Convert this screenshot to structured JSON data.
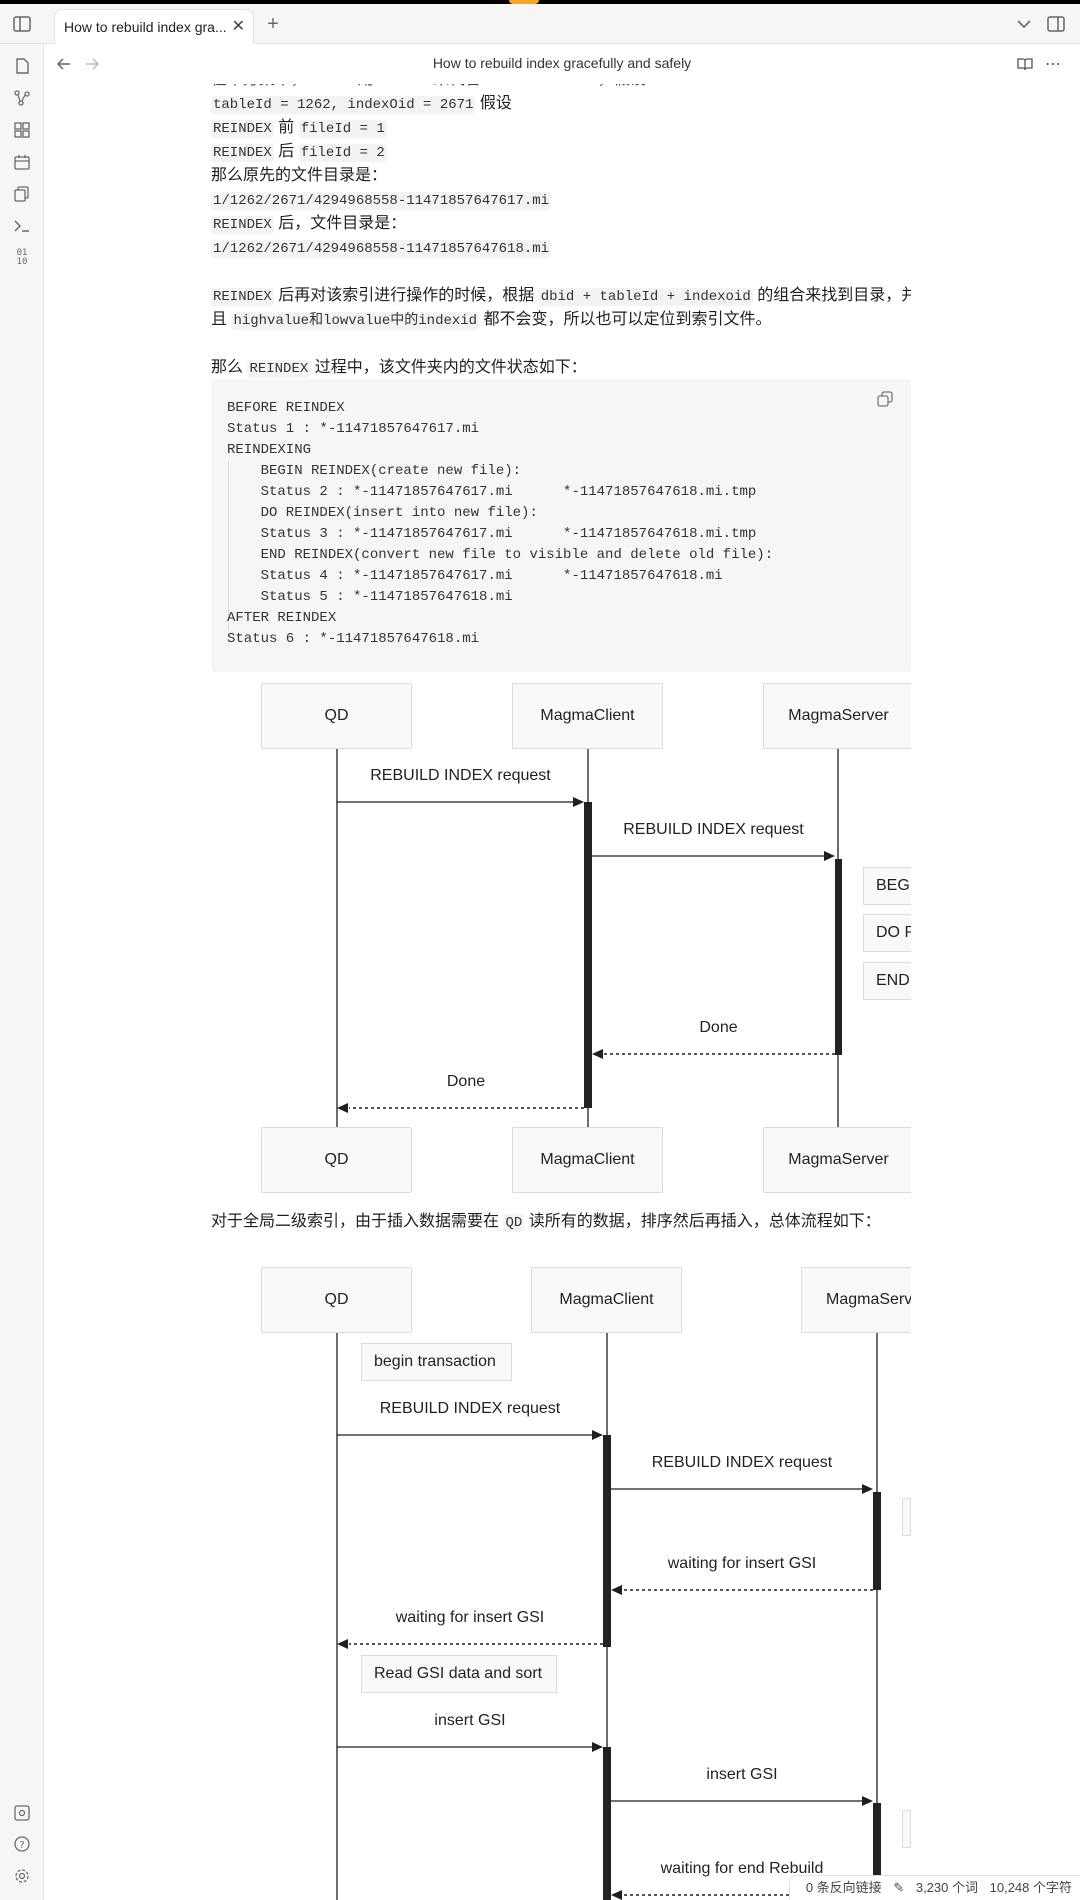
{
  "tab": {
    "title": "How to rebuild index gra...",
    "close": "✕",
    "new": "+"
  },
  "nav": {
    "title": "How to rebuild index gracefully and safely"
  },
  "body": {
    "l0": "在本方案中，indexid用indexoid来代替index relfilenode，假设",
    "l1_code": "tableId = 1262, indexOid = 2671",
    "l1_text": " 假设",
    "l2_code1": "REINDEX",
    "l2_text": " 前 ",
    "l2_code2": "fileId = 1",
    "l3_code1": "REINDEX",
    "l3_text": " 后 ",
    "l3_code2": "fileId = 2",
    "l4": "那么原先的文件目录是：",
    "l5": "1/1262/2671/4294968558-11471857647617.mi",
    "l6_code": "REINDEX",
    "l6_text": " 后，文件目录是：",
    "l7": "1/1262/2671/4294968558-11471857647618.mi",
    "p2a_c1": "REINDEX",
    "p2a_t1": " 后再对该索引进行操作的时候，根据 ",
    "p2a_c2": "dbid + tableId + indexoid",
    "p2a_t2": " 的组合来找到目录，并",
    "p2b_t1": "且 ",
    "p2b_c1": "highvalue和lowvalue中的indexid",
    "p2b_t2": " 都不会变，所以也可以定位到索引文件。",
    "p3_t1": "那么 ",
    "p3_c1": "REINDEX",
    "p3_t2": " 过程中，该文件夹内的文件状态如下：",
    "p4_t1": "对于全局二级索引，由于插入数据需要在 ",
    "p4_c1": "QD",
    "p4_t2": " 读所有的数据，排序然后再插入，总体流程如下："
  },
  "codeblock": {
    "text": "BEFORE REINDEX\nStatus 1 : *-11471857647617.mi\nREINDEXING\n    BEGIN REINDEX(create new file):\n    Status 2 : *-11471857647617.mi      *-11471857647618.mi.tmp\n    DO REINDEX(insert into new file):\n    Status 3 : *-11471857647617.mi      *-11471857647618.mi.tmp\n    END REINDEX(convert new file to visible and delete old file):\n    Status 4 : *-11471857647617.mi      *-11471857647618.mi\n    Status 5 : *-11471857647618.mi\nAFTER REINDEX\nStatus 6 : *-11471857647618.mi",
    "copy_icon": "copy-icon"
  },
  "diagram1": {
    "actors": [
      "QD",
      "MagmaClient",
      "MagmaServer"
    ],
    "msg1": "REBUILD INDEX request",
    "msg2": "REBUILD INDEX request",
    "note1": "BEGIN REINDEX",
    "note2": "DO REINDEX",
    "note3": "END REINDEX",
    "msg3": "Done",
    "msg4": "Done"
  },
  "diagram2": {
    "actors": [
      "QD",
      "MagmaClient",
      "MagmaServer"
    ],
    "note_begin": "begin transaction",
    "msg1": "REBUILD INDEX request",
    "msg2": "REBUILD INDEX request",
    "msg3": "waiting for insert GSI",
    "msg4": "waiting for insert GSI",
    "note_read": "Read GSI data and sort",
    "msg5": "insert GSI",
    "msg6": "insert GSI",
    "msg7": "waiting for end Rebuild"
  },
  "status": {
    "backlinks": "0 条反向链接",
    "words": "3,230 个词",
    "chars": "10,248 个字符"
  },
  "colors": {
    "accent": "#f5a623",
    "lifeline": "#1f1f1f",
    "activation": "#222222"
  }
}
